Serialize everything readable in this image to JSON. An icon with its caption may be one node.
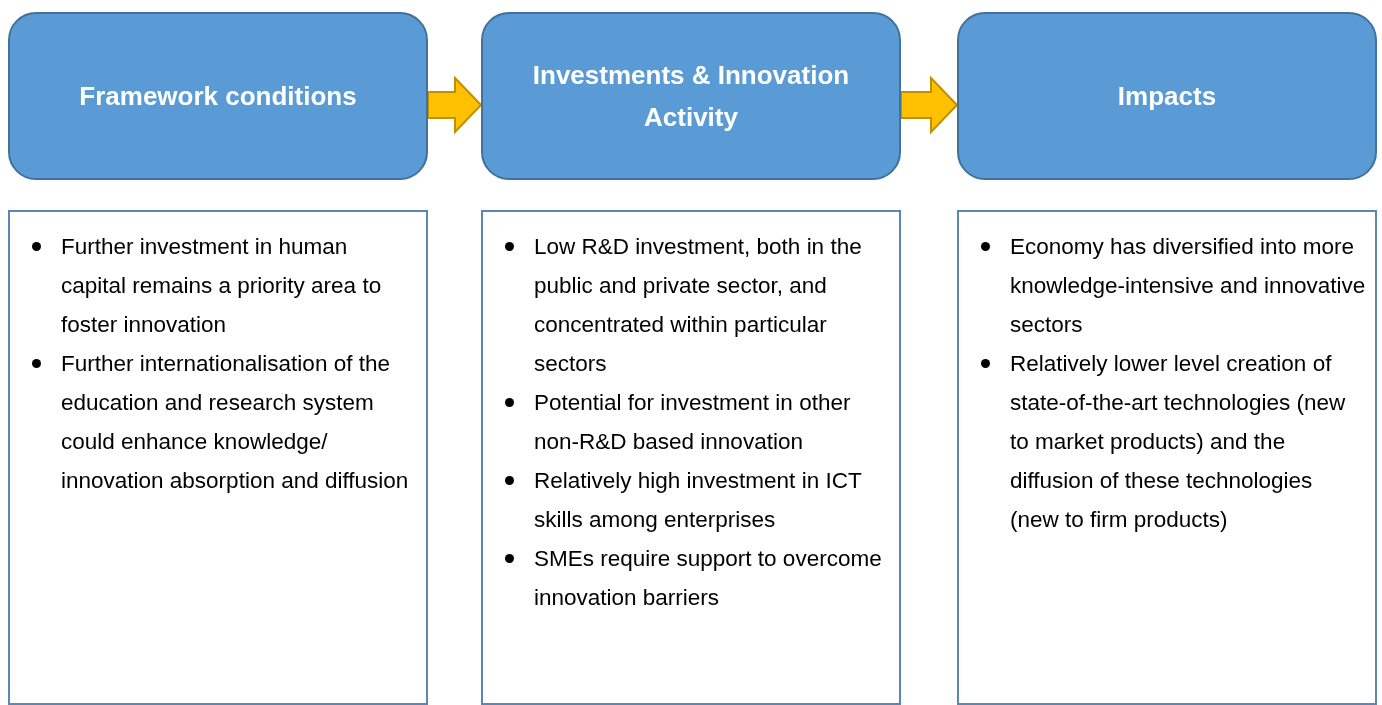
{
  "diagram": {
    "nodes": [
      {
        "text": [
          "Framework conditions"
        ]
      },
      {
        "text": [
          "Investments & Innovation Activity"
        ]
      },
      {
        "text": [
          "Impacts"
        ]
      },
      {
        "text": [
          "Further investment in human capital remains a priority area to foster innovation",
          "Further internationalisation of the education and research system could enhance knowledge/ innovation absorption and diffusion"
        ]
      },
      {
        "text": [
          "Low R&D investment, both in the public and private sector, and concentrated within particular sectors",
          "Potential for investment in other non-R&D based innovation",
          "Relatively high investment in ICT skills among enterprises",
          "SMEs require support to overcome innovation barriers"
        ]
      },
      {
        "text": [
          "Economy has diversified into more knowledge-intensive and innovative sectors",
          "Relatively lower level creation of state-of-the-art technologies (new to market products) and the diffusion of these technologies (new to firm products)"
        ]
      }
    ],
    "edges": [
      {
        "from": 0,
        "to": 1,
        "arrow": "to",
        "style": "thick",
        "color": "#ffc000"
      },
      {
        "from": 1,
        "to": 2,
        "arrow": "to",
        "style": "thick",
        "color": "#ffc000"
      }
    ]
  }
}
